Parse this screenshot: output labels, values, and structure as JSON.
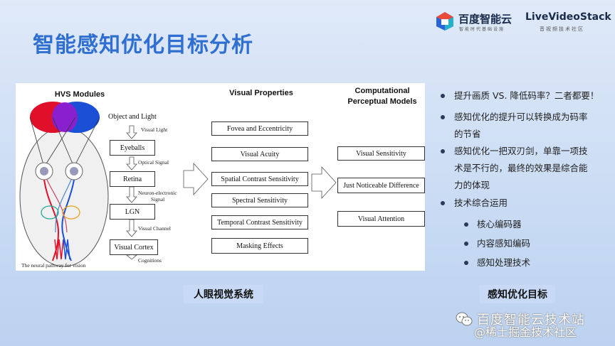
{
  "slide": {
    "title": "智能感知优化目标分析"
  },
  "logos": {
    "baidu": {
      "name": "百度智能云",
      "sub": "智能时代基础设施"
    },
    "livevideo": {
      "name": "LiveVideoStack",
      "sub": "音视频技术社区"
    }
  },
  "diagram": {
    "headers": {
      "hvs": "HVS Modules",
      "visual_properties": "Visual Properties",
      "computational_l1": "Computational",
      "computational_l2": "Perceptual Models"
    },
    "pathway": {
      "object_and_light": "Object and Light",
      "visual_light": "Visual Light",
      "eyeballs": "Eyeballs",
      "optical_signal": "Optical Signal",
      "retina": "Retina",
      "neuron_electronic_l1": "Neuron-electronic",
      "neuron_electronic_l2": "Signal",
      "lgn": "LGN",
      "visual_channel": "Visual Channel",
      "visual_cortex": "Visual Cortex",
      "cognitions": "Cognitions"
    },
    "figure_caption": "The neural pathway for vision",
    "properties": [
      "Fovea and Eccentricity",
      "Visual Acuity",
      "Spatial Contrast Sensitivity",
      "Spectral Sensitivity",
      "Temporal Contrast Sensitivity",
      "Masking Effects"
    ],
    "models": [
      "Visual Sensitivity",
      "Just Noticeable Difference",
      "Visual Attention"
    ]
  },
  "captions": {
    "left": "人眼视觉系统",
    "right": "感知优化目标"
  },
  "bullets": {
    "b1": "提升画质 VS. 降低码率？二者都要！",
    "b2_l1": "感知优化的提升可以转换成为码率",
    "b2_l2": "的节省",
    "b3_l1": "感知优化一把双刃剑，单靠一项技",
    "b3_l2": "术是不行的，最终的效果是综合能",
    "b3_l3": "力的体现",
    "b4": "技术综合运用",
    "sub": [
      "核心编码器",
      "内容感知编码",
      "感知处理技术"
    ]
  },
  "watermark": {
    "line1": "百度智能云技术站",
    "line2": "@稀土掘金技术社区"
  },
  "colors": {
    "title": "#2f6fd2",
    "caption_bg": "#c7d9f5",
    "background_top": "#dfe9f8",
    "background_bottom": "#bcd2f0"
  }
}
